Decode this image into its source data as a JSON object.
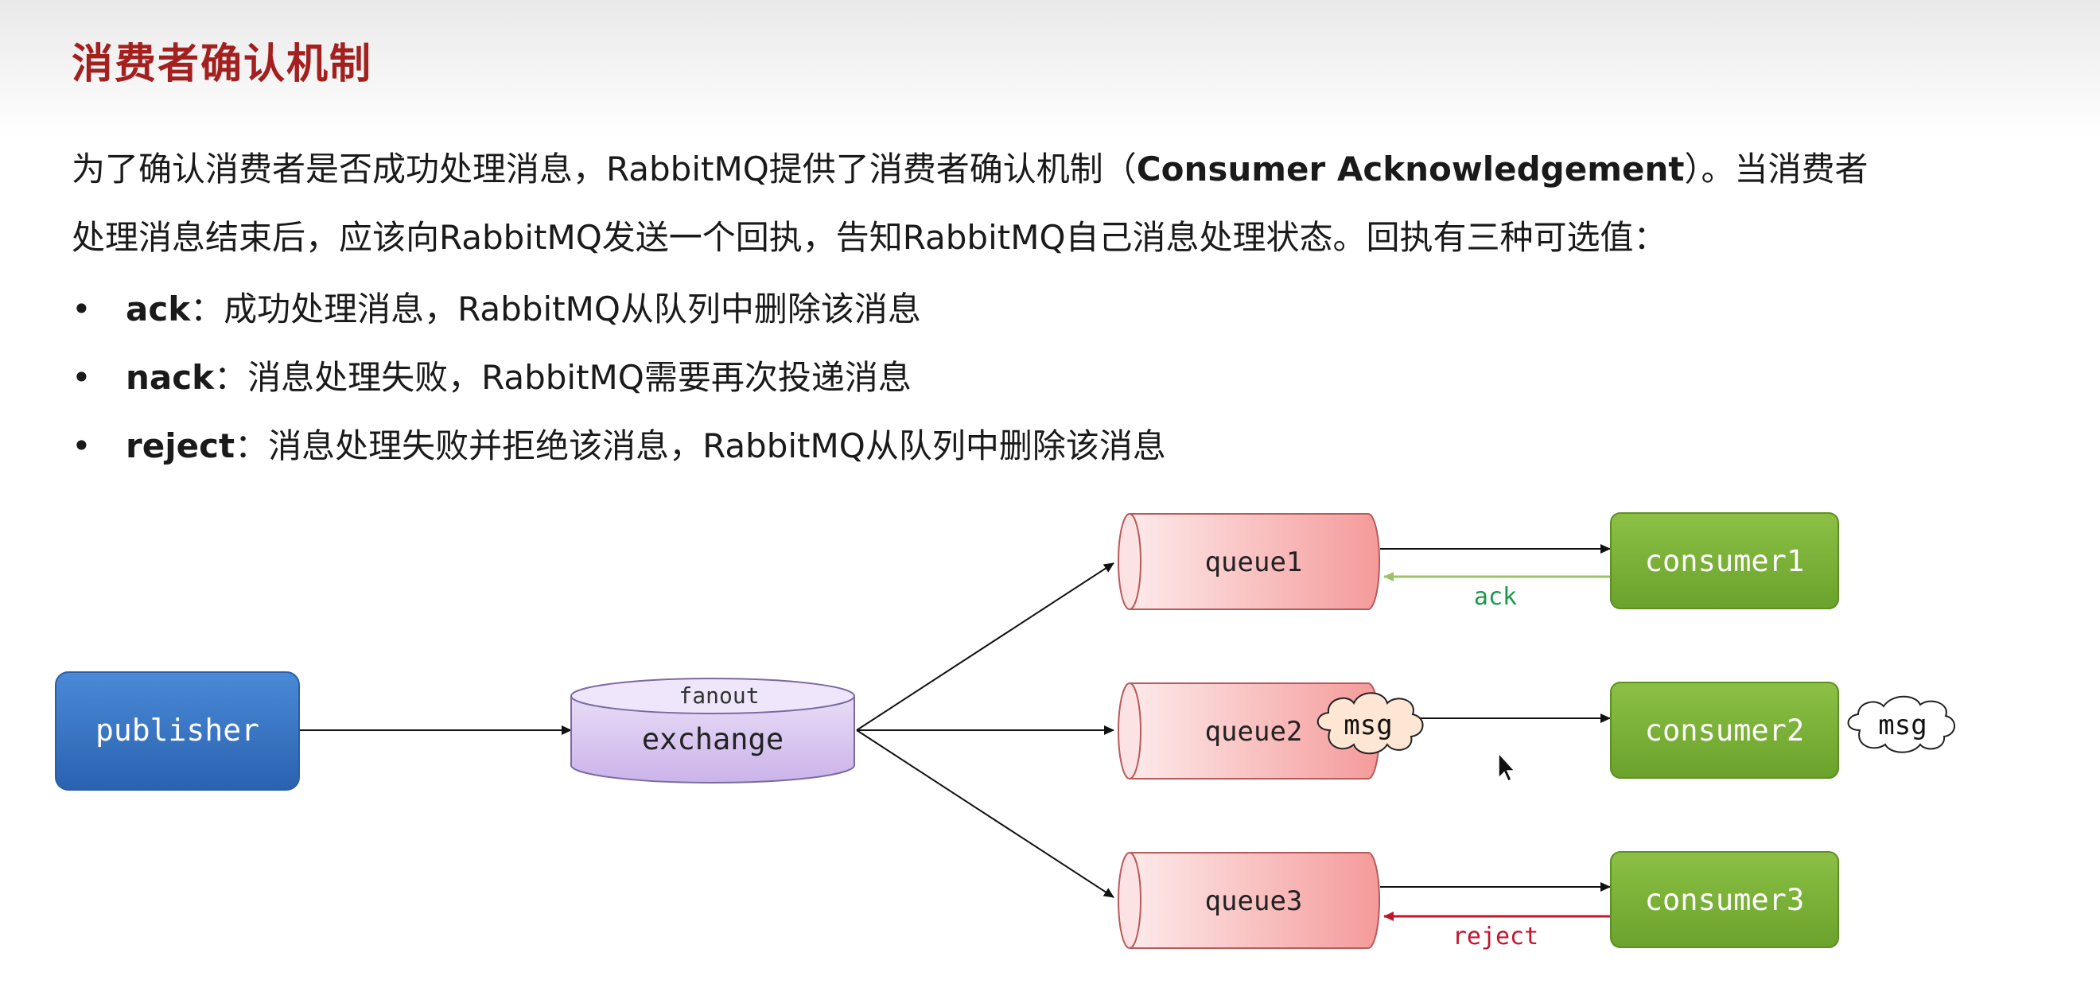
{
  "title": "消费者确认机制",
  "intro": {
    "part1": "为了确认消费者是否成功处理消息，RabbitMQ提供了消费者确认机制（",
    "bold": "Consumer Acknowledgement",
    "part2": "）。当消费者",
    "line2": "处理消息结束后，应该向RabbitMQ发送一个回执，告知RabbitMQ自己消息处理状态。回执有三种可选值："
  },
  "bullets": [
    {
      "marker": "•",
      "term": "ack",
      "desc": "：成功处理消息，RabbitMQ从队列中删除该消息"
    },
    {
      "marker": "•",
      "term": "nack",
      "desc": "：消息处理失败，RabbitMQ需要再次投递消息"
    },
    {
      "marker": "•",
      "term": "reject",
      "desc": "：消息处理失败并拒绝该消息，RabbitMQ从队列中删除该消息"
    }
  ],
  "diagram": {
    "publisher": "publisher",
    "exchange_type": "fanout",
    "exchange": "exchange",
    "queues": [
      "queue1",
      "queue2",
      "queue3"
    ],
    "consumers": [
      "consumer1",
      "consumer2",
      "consumer3"
    ],
    "ack_label": "ack",
    "reject_label": "reject",
    "msg_label": "msg",
    "colors": {
      "publisher": "#3a78c9",
      "exchange": "#d6c3ef",
      "queue": "#f7a3a3",
      "consumer": "#7fb23a",
      "ack": "#1a9a4a",
      "reject": "#c0152b",
      "title": "#a3201f"
    }
  }
}
